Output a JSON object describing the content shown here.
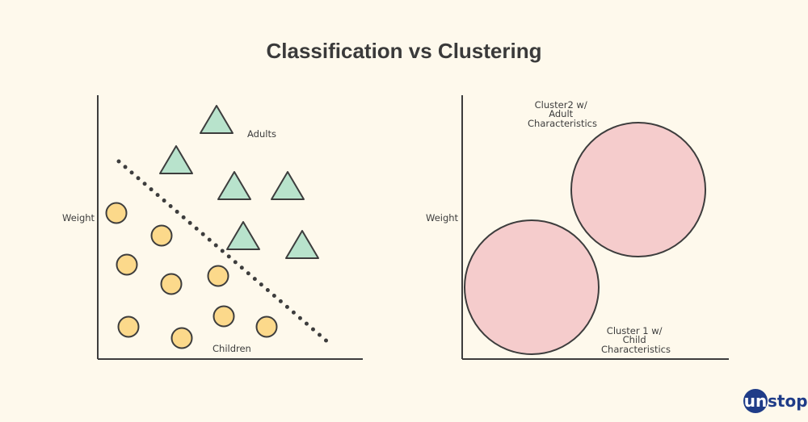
{
  "title": "Classification vs Clustering",
  "left_panel": {
    "y_label": "Weight",
    "adults_label": "Adults",
    "children_label": "Children",
    "adults_marker": "triangle",
    "children_marker": "circle"
  },
  "right_panel": {
    "y_label": "Weight",
    "cluster2_label": [
      "Cluster2 w/",
      "Adult",
      "Characteristics"
    ],
    "cluster1_label": [
      "Cluster 1 w/",
      "Child",
      "Characteristics"
    ]
  },
  "colors": {
    "background": "#fef9ec",
    "triangle_fill": "#b8e3cc",
    "circle_fill": "#fcd98b",
    "cluster_fill": "#f5cccc",
    "stroke": "#3d3d3d",
    "brand_badge": "#1f3c88"
  },
  "brand": {
    "badge_text": "un",
    "text": "stop"
  }
}
